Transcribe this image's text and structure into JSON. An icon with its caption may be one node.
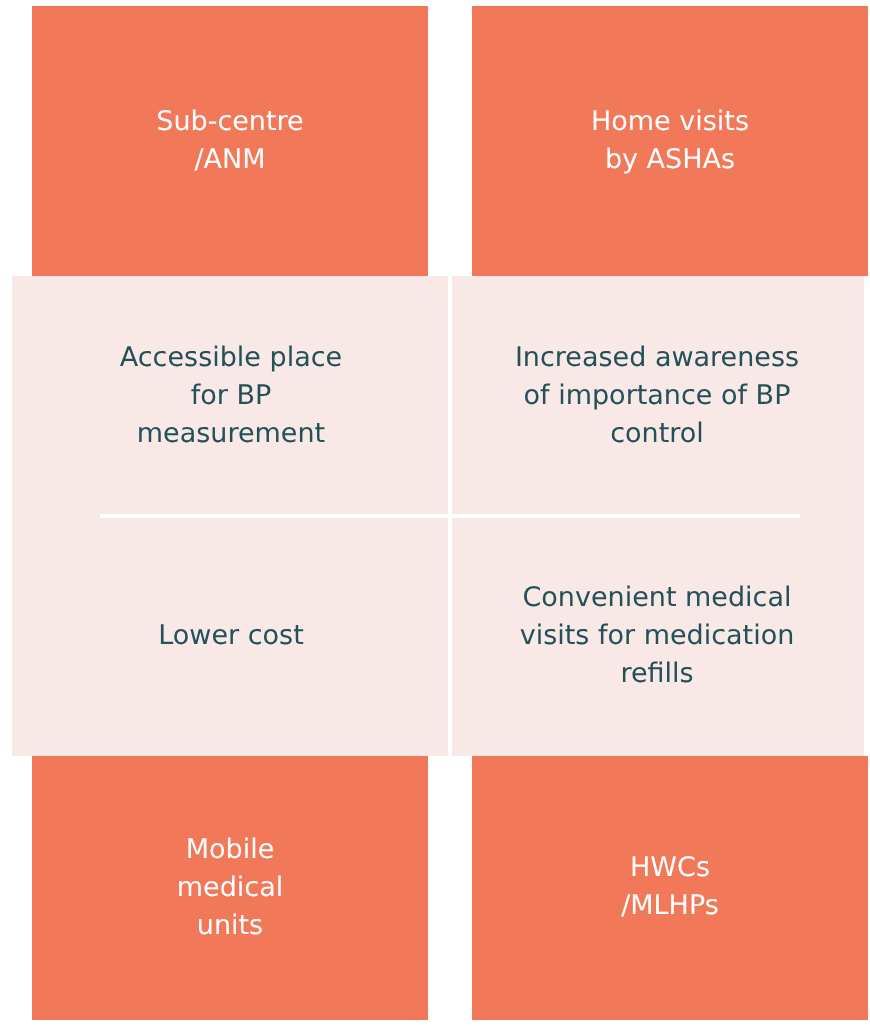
{
  "diagram": {
    "nodes": [
      {
        "text": [
          "Sub-centre /ANM"
        ]
      },
      {
        "text": [
          "Home visits by ASHAs"
        ]
      },
      {
        "text": [],
        "shape": "box"
      },
      {
        "text": [
          "Accessible place for BP measurement"
        ],
        "in": 2
      },
      {
        "text": [
          "Increased awareness of importance of BP control"
        ],
        "in": 2
      },
      {
        "text": [
          "Lower cost"
        ],
        "in": 2
      },
      {
        "text": [
          "Convenient medical visits for medication refills"
        ],
        "in": 2
      },
      {
        "text": [
          "Mobile medical units"
        ]
      },
      {
        "text": [
          "HWCs /MLHPs"
        ]
      }
    ]
  }
}
